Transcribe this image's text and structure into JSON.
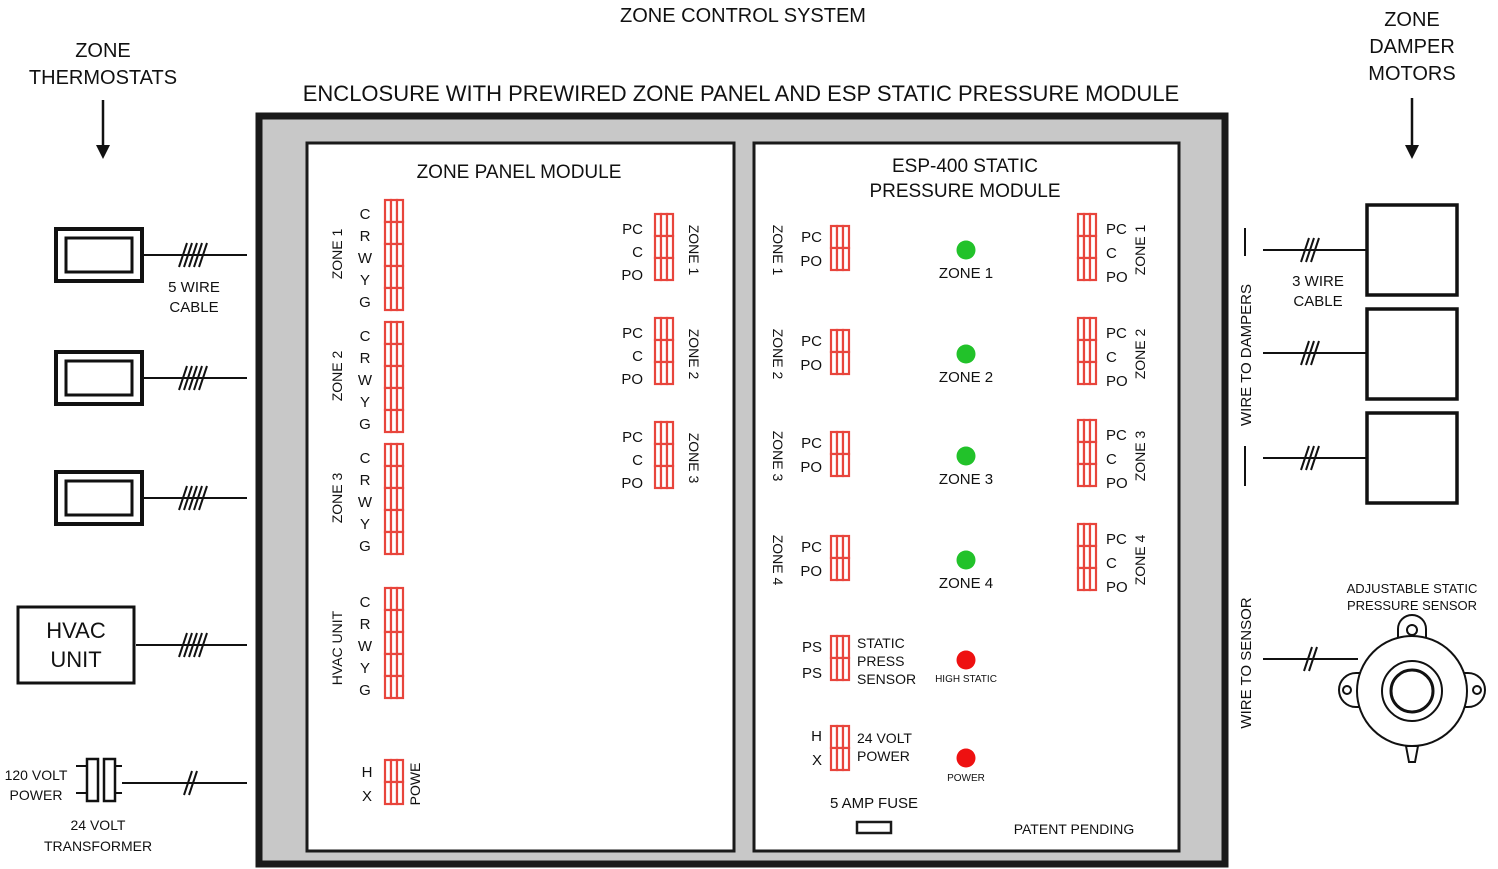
{
  "title": "ZONE CONTROL SYSTEM",
  "enclosure_label": "ENCLOSURE WITH PREWIRED ZONE PANEL AND ESP STATIC PRESSURE MODULE",
  "thermostats_label": [
    "ZONE",
    "THERMOSTATS"
  ],
  "dampers_label": [
    "ZONE",
    "DAMPER",
    "MOTORS"
  ],
  "five_wire_cable": [
    "5 WIRE",
    "CABLE"
  ],
  "three_wire_cable": [
    "3 WIRE",
    "CABLE"
  ],
  "wire_to_dampers": "WIRE TO DAMPERS",
  "wire_to_sensor": "WIRE TO SENSOR",
  "hvac_unit": [
    "HVAC",
    "UNIT"
  ],
  "power_120": [
    "120 VOLT",
    "POWER"
  ],
  "transformer_24": [
    "24 VOLT",
    "TRANSFORMER"
  ],
  "sensor_label": [
    "ADJUSTABLE STATIC",
    "PRESSURE SENSOR"
  ],
  "zone_panel": {
    "title": "ZONE PANEL MODULE",
    "thermostat_terminals": [
      "C",
      "R",
      "W",
      "Y",
      "G"
    ],
    "zone_names": [
      "ZONE 1",
      "ZONE 2",
      "ZONE 3"
    ],
    "hvac_label": "HVAC UNIT",
    "damper_terminals": [
      "PC",
      "C",
      "PO"
    ],
    "power_terminals": [
      "H",
      "X"
    ],
    "power_label": "POWE"
  },
  "esp_module": {
    "title": [
      "ESP-400 STATIC",
      "PRESSURE MODULE"
    ],
    "zone_names": [
      "ZONE 1",
      "ZONE 2",
      "ZONE 3",
      "ZONE 4"
    ],
    "input_terminals": [
      "PC",
      "PO"
    ],
    "output_terminals": [
      "PC",
      "C",
      "PO"
    ],
    "sensor_terminals": [
      "PS",
      "PS"
    ],
    "sensor_label": [
      "STATIC",
      "PRESS",
      "SENSOR"
    ],
    "high_static_label": "HIGH STATIC",
    "power_terminals": [
      "H",
      "X"
    ],
    "power_label": [
      "24 VOLT",
      "POWER"
    ],
    "power_led_label": "POWER",
    "fuse_label": "5 AMP FUSE",
    "patent": "PATENT PENDING"
  },
  "colors": {
    "enclosure": "#c8c8c8",
    "terminal_red": "#e8453c",
    "led_green": "#22c22a",
    "led_red": "#ee1111"
  }
}
